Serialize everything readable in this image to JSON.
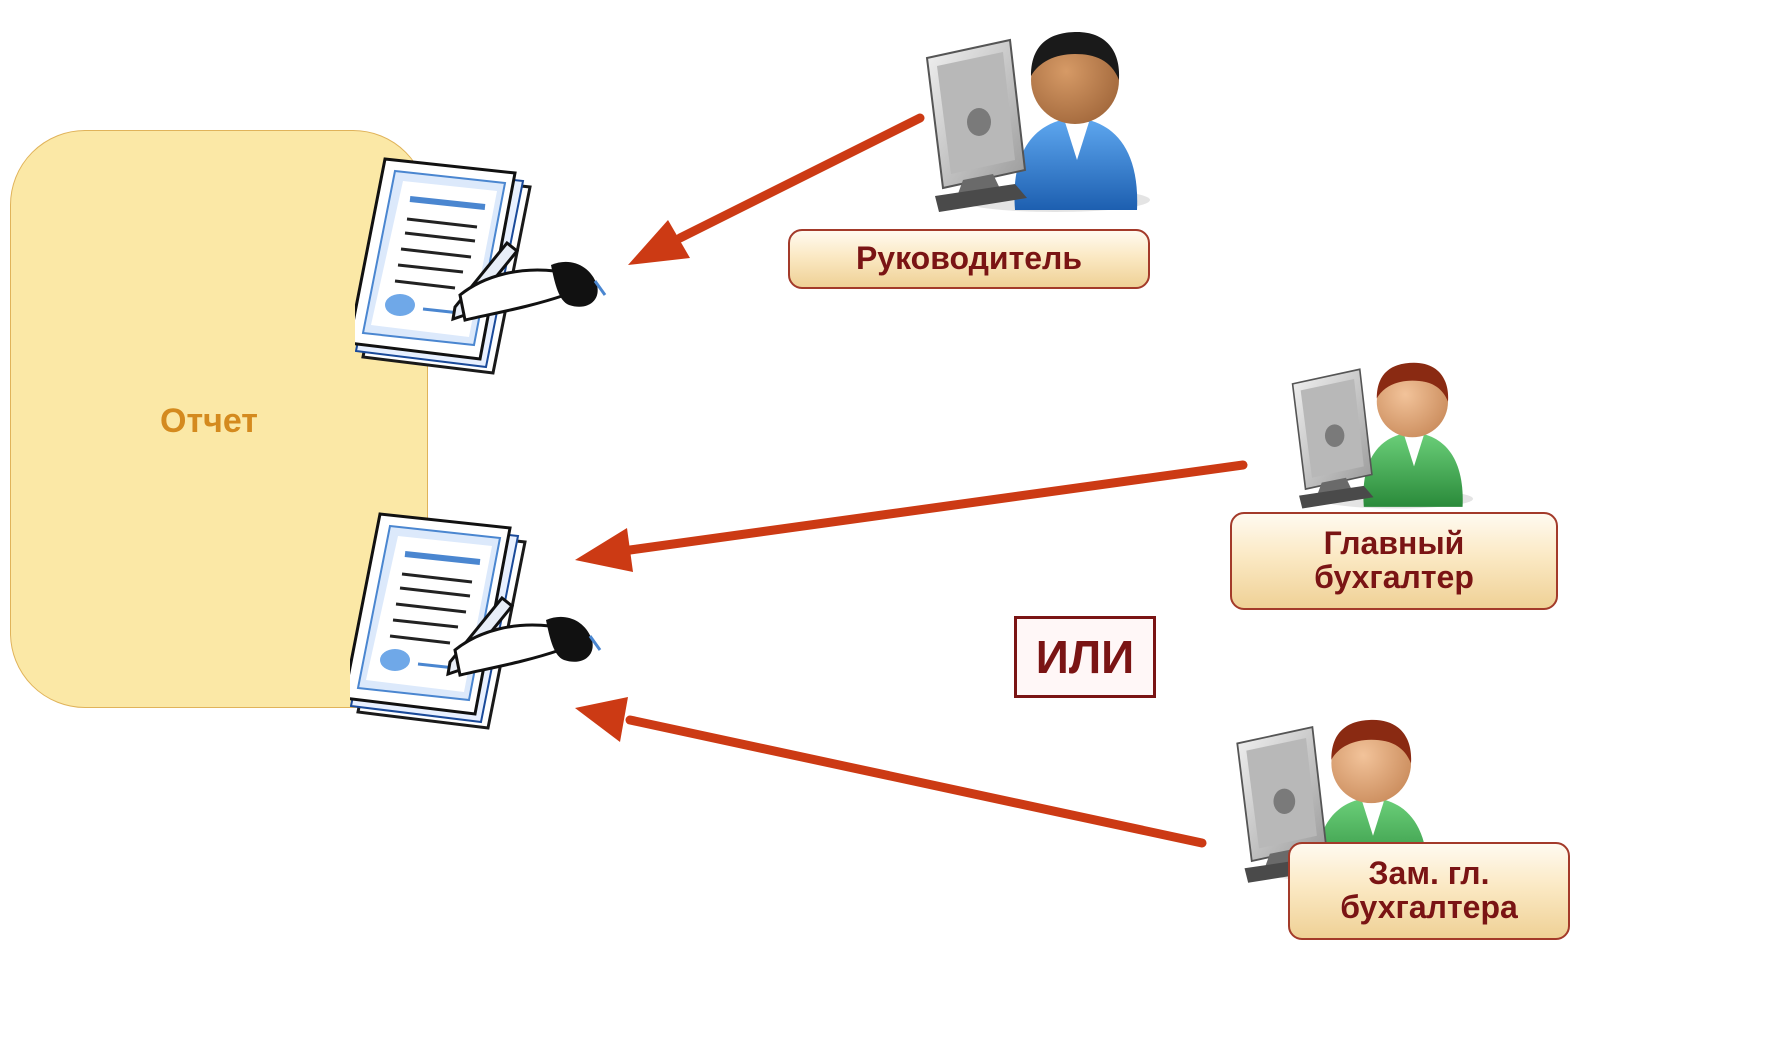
{
  "report": {
    "label": "Отчет"
  },
  "signers": [
    {
      "label": "Руководитель"
    },
    {
      "label": "Главный\nбухгалтер"
    },
    {
      "label": "Зам. гл.\nбухгалтера"
    }
  ],
  "connector": {
    "or_label": "ИЛИ"
  },
  "icons": {
    "document": "signed-document-icon",
    "person": "person-at-computer-icon"
  },
  "colors": {
    "report_fill": "#fbe8a6",
    "report_text": "#d48a1e",
    "arrow": "#cc3a14",
    "label_text": "#7a1414",
    "director_suit": "#2f7fd0",
    "accountant_suit": "#3aa34a"
  }
}
